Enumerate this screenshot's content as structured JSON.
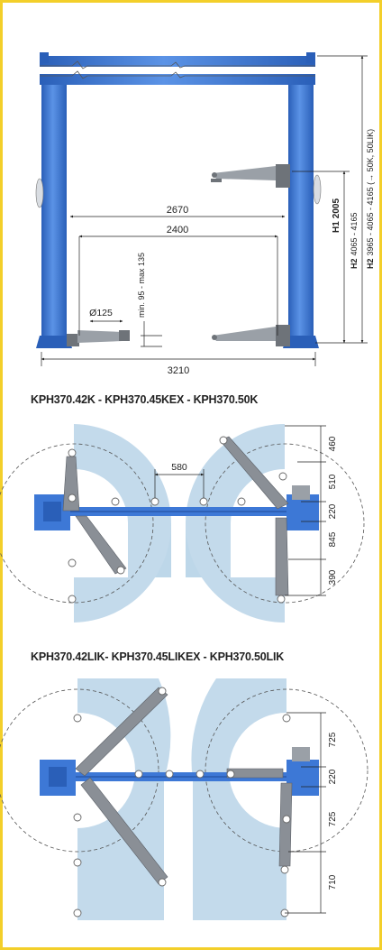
{
  "colors": {
    "frame": "#f3cf2a",
    "lift_blue": "#3d78d6",
    "arm_grey": "#8a8f96",
    "sweep_fill": "#bdd6e9",
    "dimension_line": "#222222"
  },
  "elevation": {
    "dim_2670": "2670",
    "dim_2400": "2400",
    "dim_min_max": "min. 95 - max 135",
    "dim_pad": "Ø125",
    "dim_3210": "3210",
    "h1_label": "H1",
    "h1_value": "2005",
    "h2_label": "H2",
    "h2_values": "4065 - 4165",
    "h2_label_b": "H2",
    "h2_values_b": "3965 - 4065 - 4165 (→ 50K, 50LIK)"
  },
  "plan_k": {
    "caption": "KPH370.42K - KPH370.45KEX - KPH370.50K",
    "dim_580": "580",
    "dim_460": "460",
    "dim_510": "510",
    "dim_220": "220",
    "dim_845": "845",
    "dim_390": "390"
  },
  "plan_lik": {
    "caption": "KPH370.42LIK- KPH370.45LIKEX - KPH370.50LIK",
    "dim_725_top": "725",
    "dim_220": "220",
    "dim_725_bottom": "725",
    "dim_710": "710"
  }
}
